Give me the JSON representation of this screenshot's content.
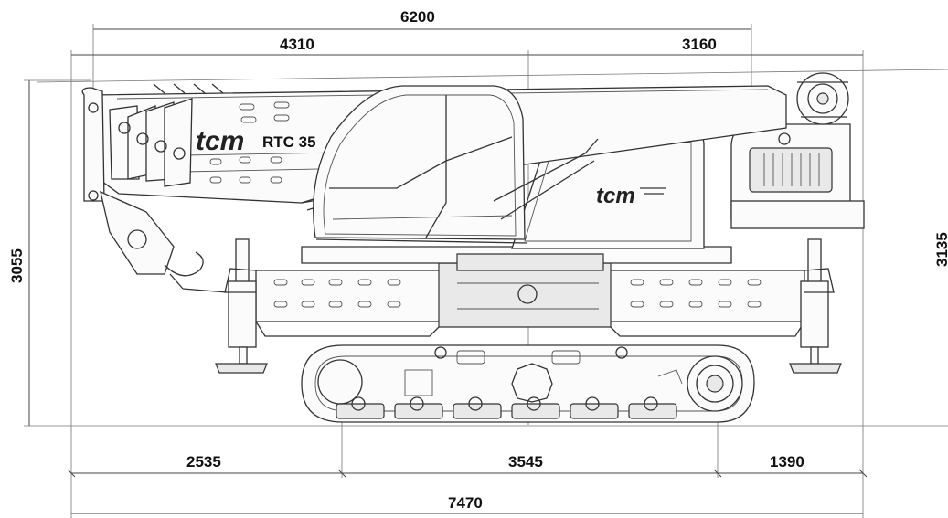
{
  "brand": {
    "logo_text": "tcm",
    "model": "RTC 35"
  },
  "dimensions": {
    "top_span": "6200",
    "boom_front": "4310",
    "boom_rear": "3160",
    "height_left": "3055",
    "height_right": "3135",
    "front_overhang": "2535",
    "track_length": "3545",
    "rear_overhang": "1390",
    "overall_length": "7470"
  }
}
